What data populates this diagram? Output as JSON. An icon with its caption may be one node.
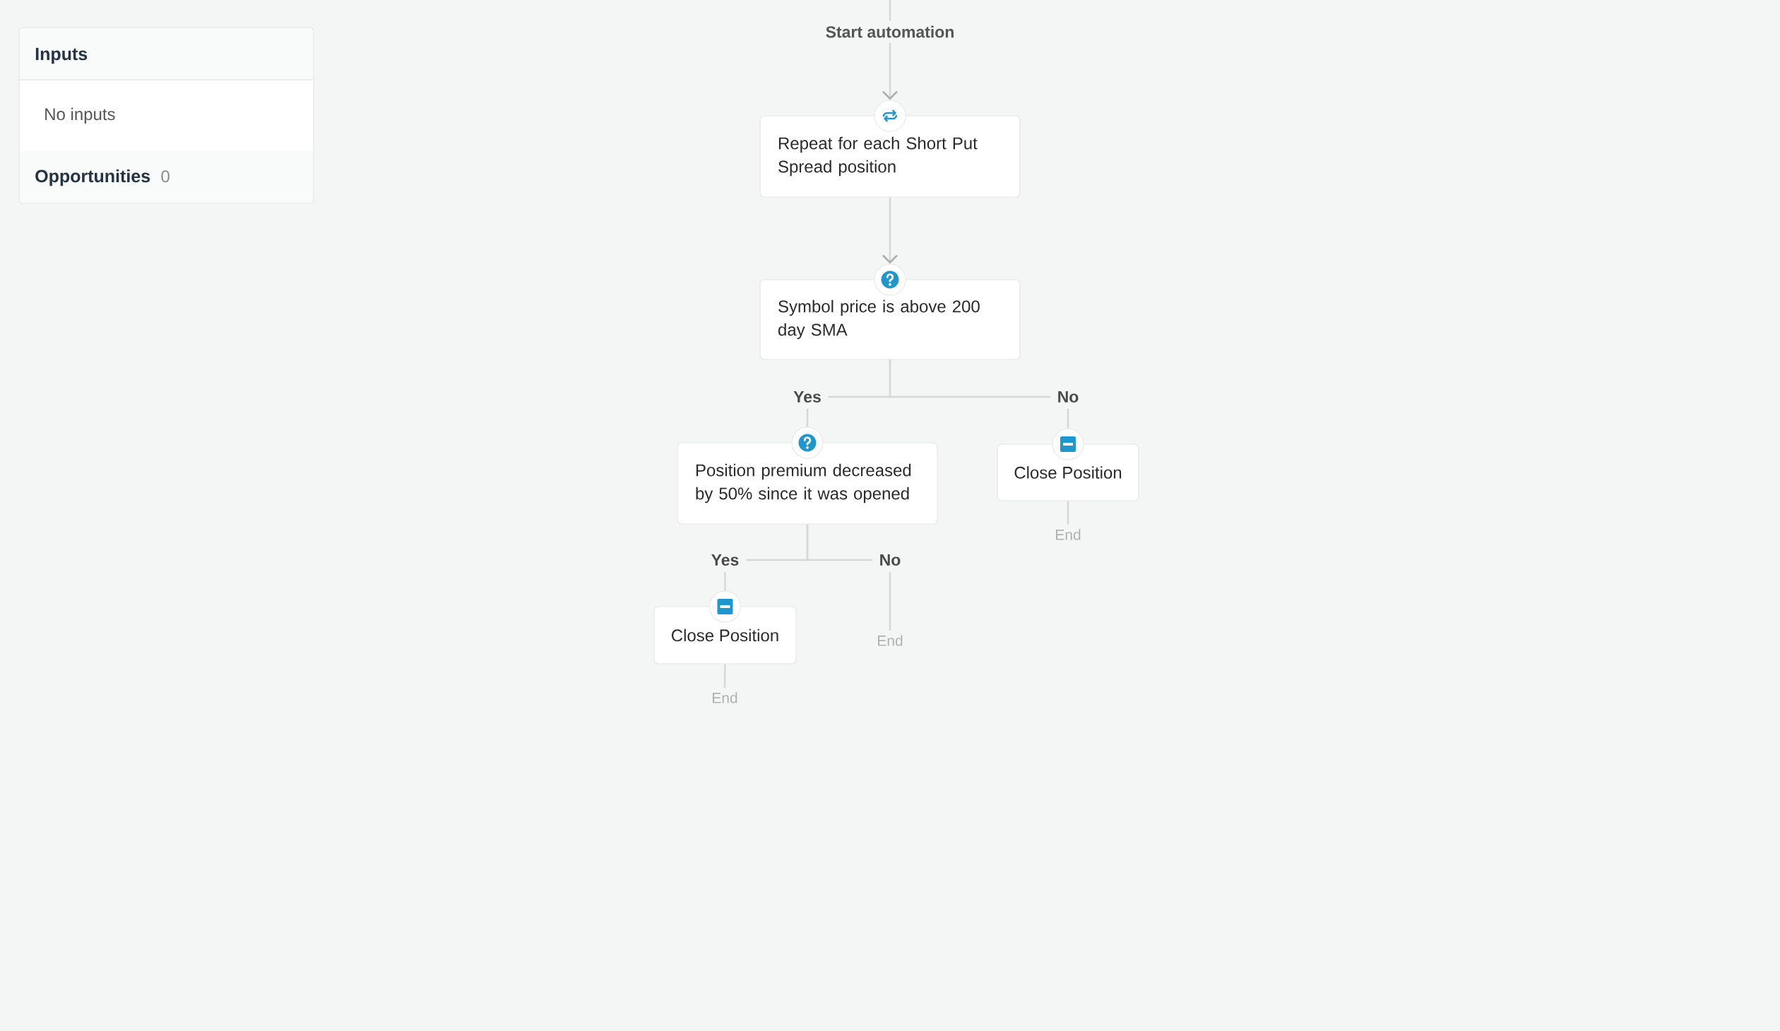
{
  "diagram": {
    "nodes": [
      {
        "text": [
          "Inputs",
          "No inputs",
          "Opportunities",
          "0"
        ]
      },
      {
        "text": [
          "Start automation"
        ]
      },
      {
        "text": [
          "Repeat for each Short Put Spread position"
        ]
      },
      {
        "text": [
          "Symbol price is above 200 day SMA"
        ]
      },
      {
        "text": [
          "Position premium decreased by 50% since it was opened"
        ]
      },
      {
        "text": [
          "Close Position"
        ]
      },
      {
        "text": [
          "End"
        ]
      },
      {
        "text": [
          "Close Position"
        ]
      },
      {
        "text": [
          "End"
        ]
      },
      {
        "text": [
          "End"
        ]
      }
    ],
    "edges": [
      {
        "from": null,
        "to": 1,
        "arrow": "none"
      },
      {
        "from": 1,
        "to": 2,
        "arrow": "to"
      },
      {
        "from": 2,
        "to": 3,
        "arrow": "to"
      },
      {
        "from": 3,
        "to": 4,
        "arrow": "none",
        "label": "Yes"
      },
      {
        "from": 3,
        "to": 5,
        "arrow": "none",
        "label": "No"
      },
      {
        "from": 5,
        "to": 6,
        "arrow": "none"
      },
      {
        "from": 4,
        "to": 7,
        "arrow": "none",
        "label": "Yes"
      },
      {
        "from": 4,
        "to": 8,
        "arrow": "none",
        "label": "No"
      },
      {
        "from": 7,
        "to": 9,
        "arrow": "none"
      }
    ]
  }
}
